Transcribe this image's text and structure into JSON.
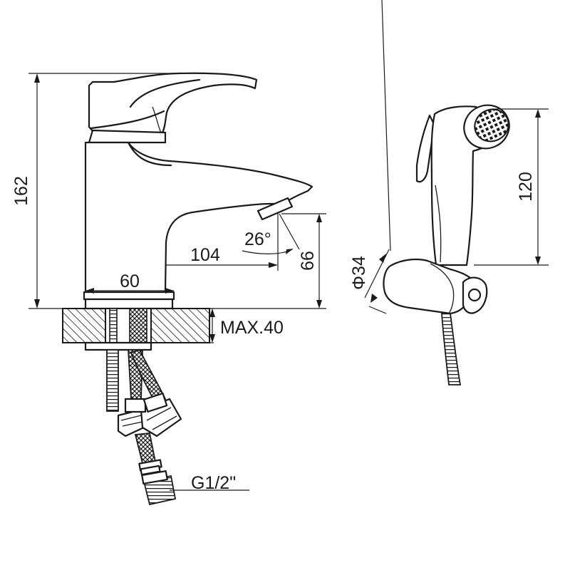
{
  "dimensions": {
    "height_total": "162",
    "spout_reach": "104",
    "base_width": "60",
    "spout_height": "66",
    "spout_angle": "26°",
    "max_thickness": "MAX.40",
    "connection_thread": "G1/2\"",
    "sprayer_height": "120",
    "holder_diameter": "Φ34"
  },
  "colors": {
    "line": "#1a1a1a",
    "background": "#ffffff"
  }
}
